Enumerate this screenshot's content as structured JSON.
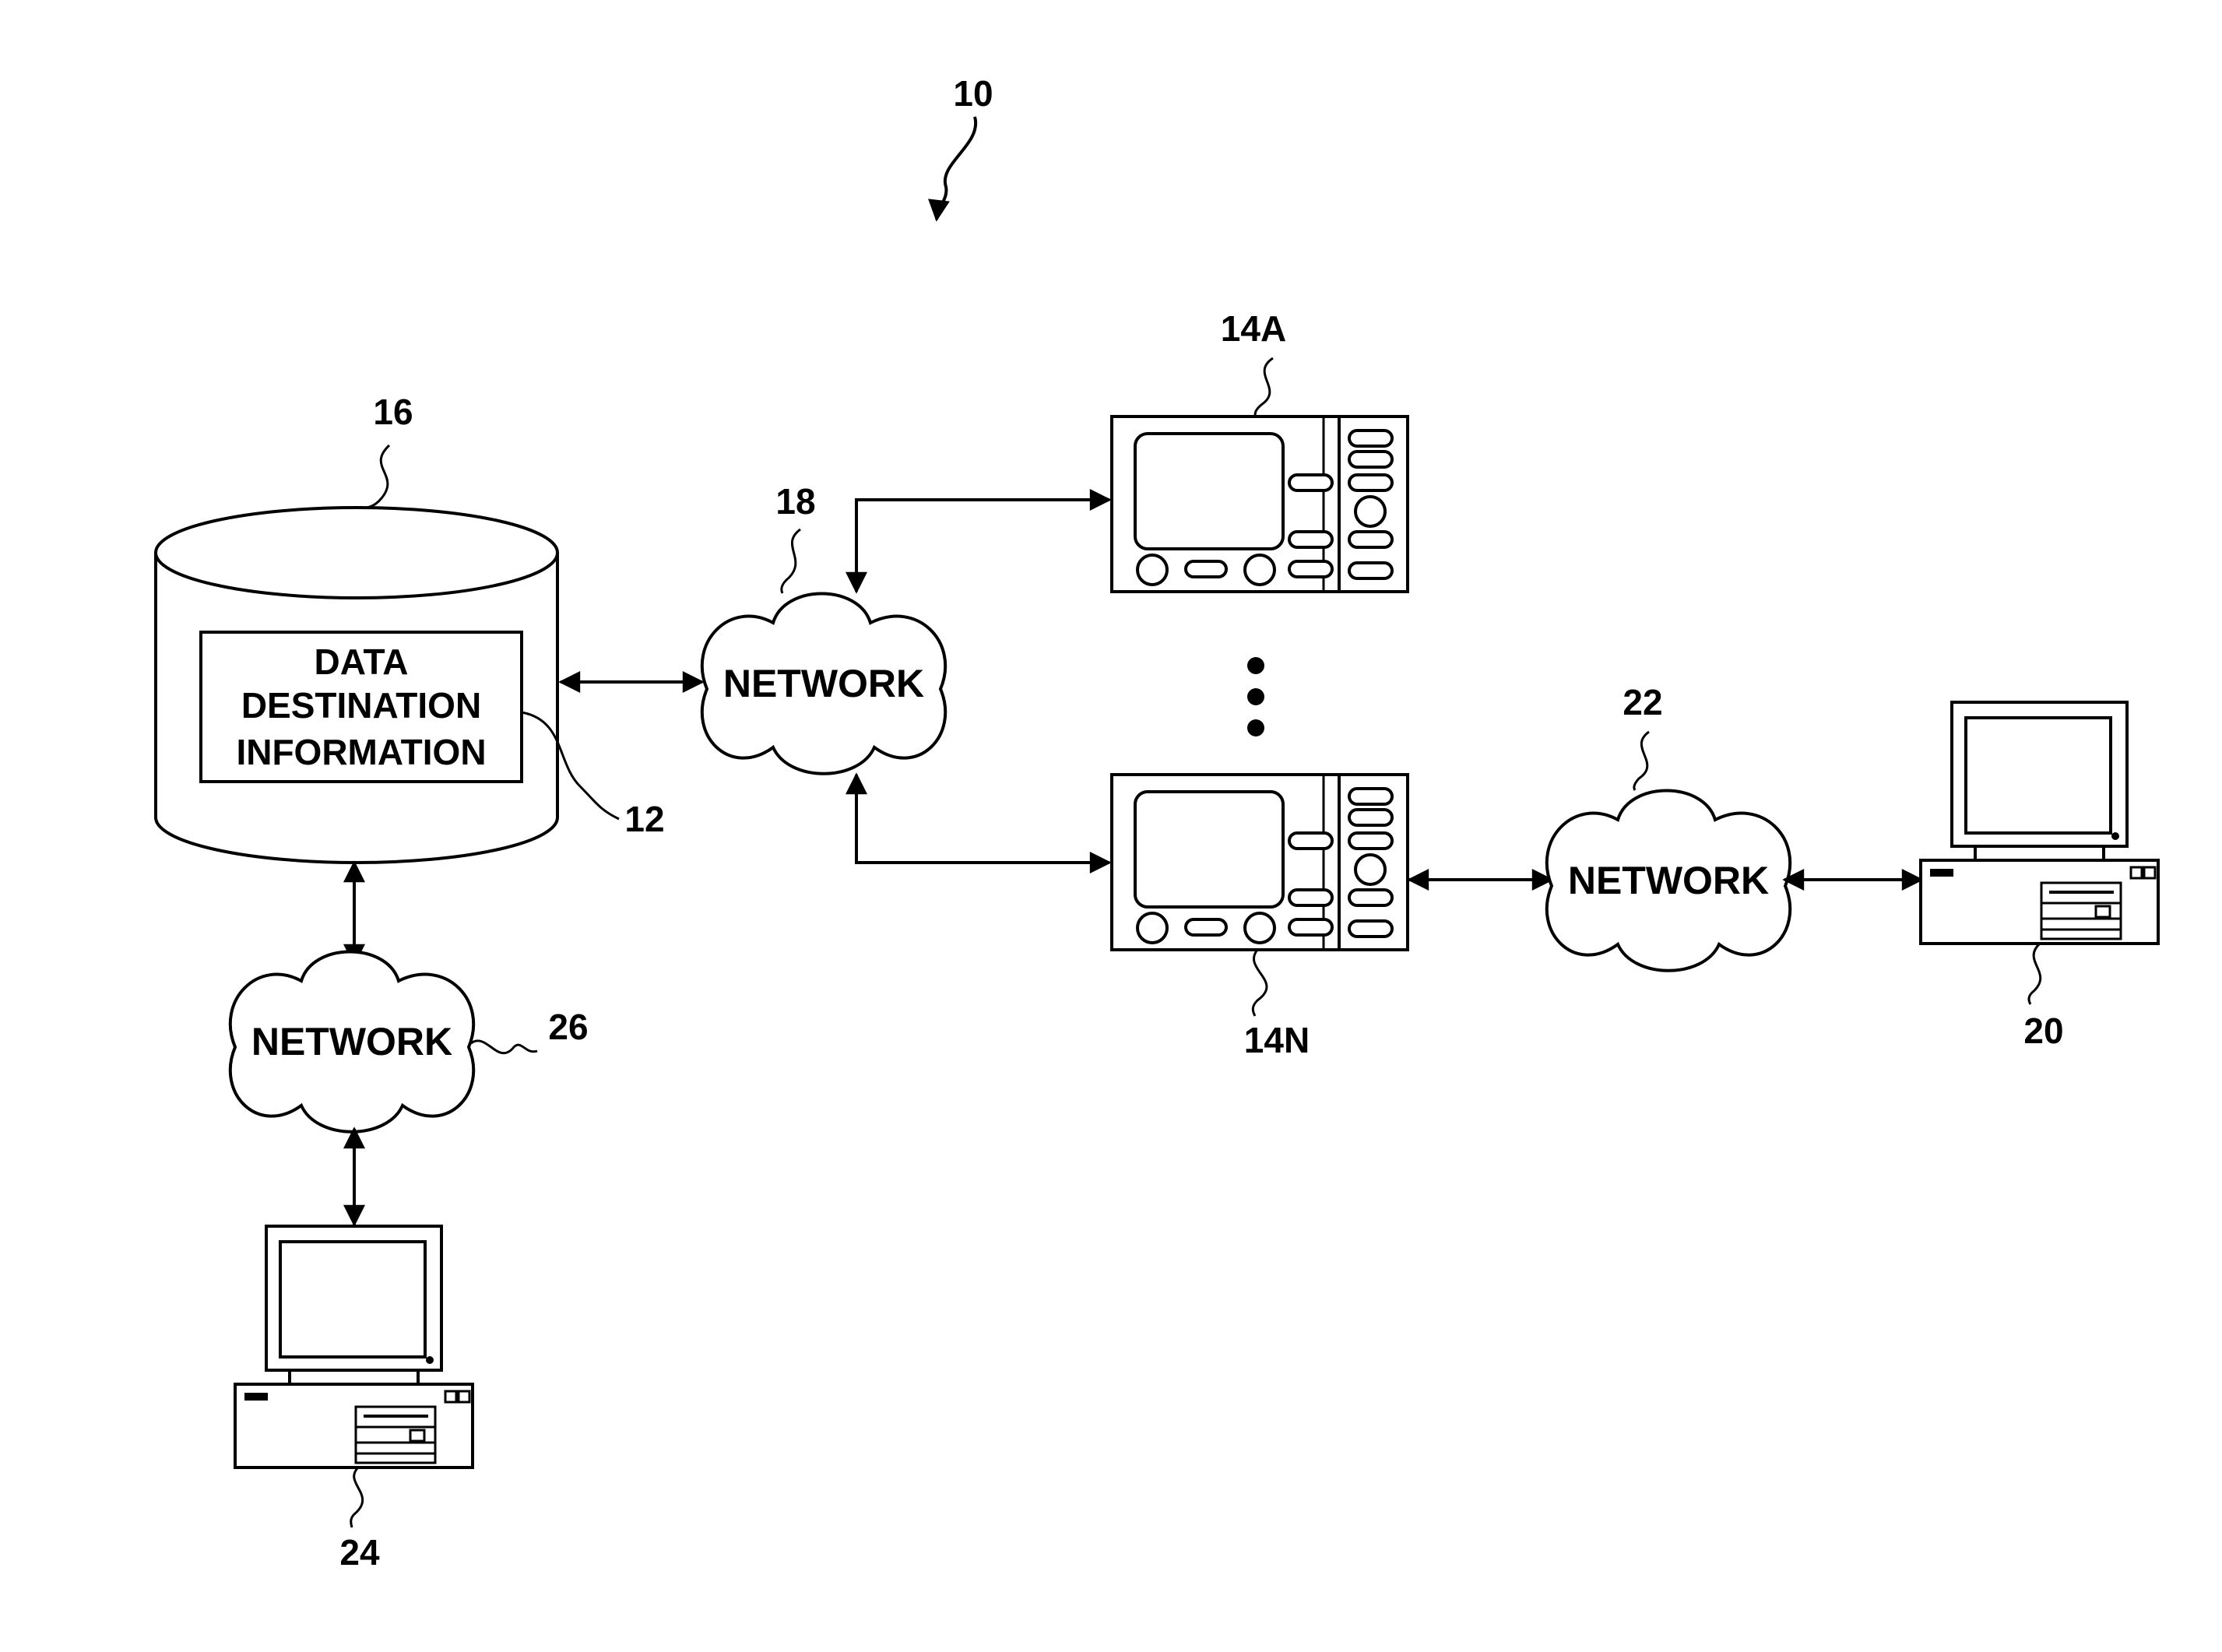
{
  "figure": {
    "refs": {
      "system": "10",
      "database": "16",
      "info": "12",
      "network_main": "18",
      "device_a": "14A",
      "device_n": "14N",
      "network_device": "22",
      "computer_device": "20",
      "network_db": "26",
      "computer_db": "24"
    },
    "database_label": [
      "DATA",
      "DESTINATION",
      "INFORMATION"
    ],
    "network_label": "NETWORK"
  }
}
